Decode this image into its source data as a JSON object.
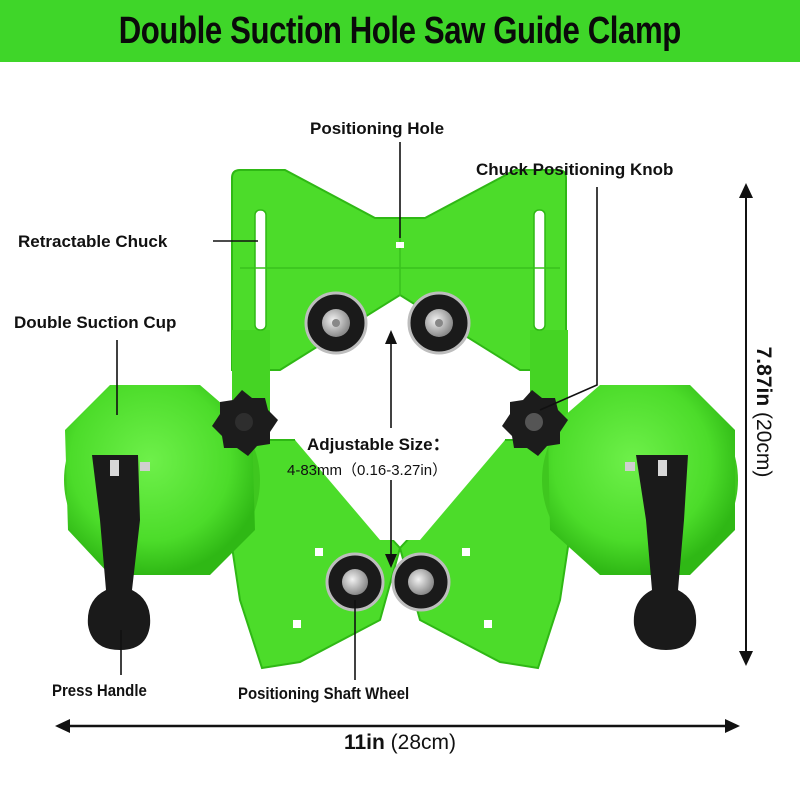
{
  "title": "Double Suction Hole Saw Guide Clamp",
  "colors": {
    "banner_green": "#3fd629",
    "product_green": "#4cdc2a",
    "product_green_dark": "#2fb815",
    "handle_black": "#1a1a1a",
    "metal": "#c8c8c8",
    "text": "#111111"
  },
  "labels": {
    "positioning_hole": "Positioning Hole",
    "chuck_positioning_knob": "Chuck Positioning Knob",
    "retractable_chuck": "Retractable Chuck",
    "double_suction_cup": "Double Suction Cup",
    "adjustable_size_title": "Adjustable Size：",
    "adjustable_size_value": "4-83mm（0.16-3.27in）",
    "press_handle": "Press Handle",
    "positioning_shaft_wheel": "Positioning Shaft Wheel"
  },
  "dimensions": {
    "width_bold": "11in",
    "width_rest": " (28cm)",
    "height_bold": "7.87in",
    "height_rest": " (20cm)"
  }
}
